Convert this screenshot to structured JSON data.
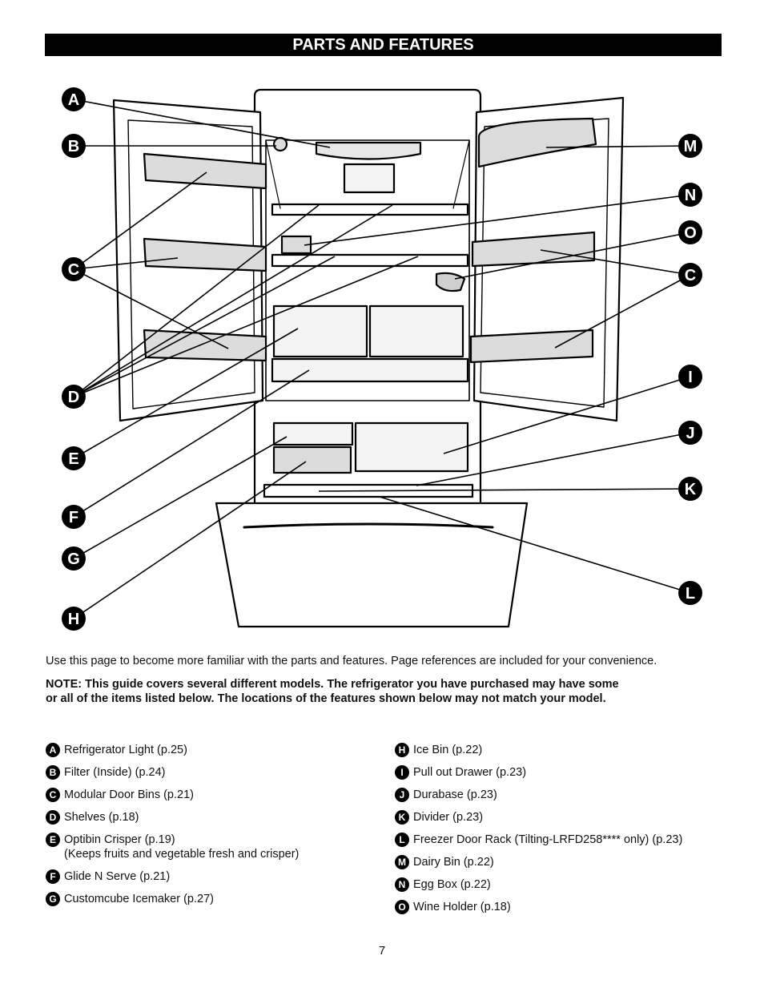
{
  "page": {
    "title": "PARTS AND FEATURES",
    "intro": "Use this page to become more familiar with the parts and features. Page references are included for your convenience.",
    "note_line1": "NOTE: This guide covers several different models. The refrigerator you have purchased may have some",
    "note_line2": "or all of the items listed below. The locations of the features shown below may not match your model.",
    "page_number": "7"
  },
  "diagram": {
    "callouts": [
      "A",
      "B",
      "C",
      "D",
      "E",
      "F",
      "G",
      "H",
      "M",
      "N",
      "O",
      "C",
      "I",
      "J",
      "K",
      "L"
    ]
  },
  "legend": {
    "left": [
      {
        "letter": "A",
        "text": "Refrigerator Light (p.25)"
      },
      {
        "letter": "B",
        "text": "Filter (Inside) (p.24)"
      },
      {
        "letter": "C",
        "text": "Modular Door Bins (p.21)"
      },
      {
        "letter": "D",
        "text": "Shelves (p.18)"
      },
      {
        "letter": "E",
        "text": "Optibin Crisper (p.19)",
        "sub": "(Keeps fruits and vegetable fresh and crisper)"
      },
      {
        "letter": "F",
        "text": "Glide N Serve (p.21)"
      },
      {
        "letter": "G",
        "text": "Customcube Icemaker (p.27)"
      }
    ],
    "right": [
      {
        "letter": "H",
        "text": "Ice Bin (p.22)"
      },
      {
        "letter": "I",
        "text": "Pull out Drawer (p.23)"
      },
      {
        "letter": "J",
        "text": "Durabase (p.23)"
      },
      {
        "letter": "K",
        "text": "Divider (p.23)"
      },
      {
        "letter": "L",
        "text": "Freezer Door Rack (Tilting-LRFD258**** only) (p.23)"
      },
      {
        "letter": "M",
        "text": "Dairy Bin (p.22)"
      },
      {
        "letter": "N",
        "text": "Egg Box (p.22)"
      },
      {
        "letter": "O",
        "text": "Wine Holder (p.18)"
      }
    ]
  }
}
